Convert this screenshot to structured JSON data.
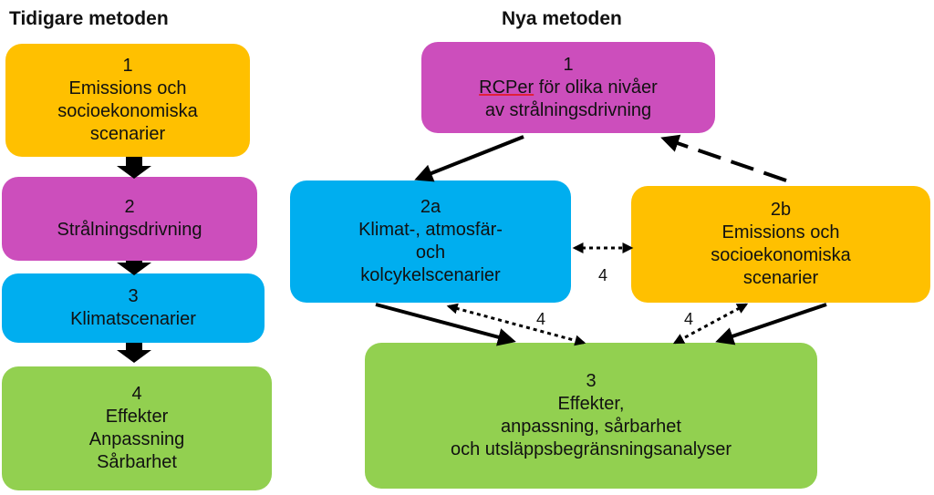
{
  "left": {
    "heading": "Tidigare metoden",
    "box1": {
      "num": "1",
      "l1": "Emissions och",
      "l2": "socioekonomiska",
      "l3": "scenarier"
    },
    "box2": {
      "num": "2",
      "l1": "Strålningsdrivning"
    },
    "box3": {
      "num": "3",
      "l1": "Klimatscenarier"
    },
    "box4": {
      "num": "4",
      "l1": "Effekter",
      "l2": "Anpassning",
      "l3": "Sårbarhet"
    }
  },
  "right": {
    "heading": "Nya metoden",
    "box1": {
      "num": "1",
      "l1a": "RCPer",
      "l1b": " för olika nivåer",
      "l2": "av strålningsdrivning"
    },
    "box2a": {
      "num": "2a",
      "l1": "Klimat-, atmosfär-",
      "l2": "och",
      "l3": "kolcykelscenarier"
    },
    "box2b": {
      "num": "2b",
      "l1": "Emissions och",
      "l2": "socioekonomiska",
      "l3": "scenarier"
    },
    "box3": {
      "num": "3",
      "l1": "Effekter,",
      "l2": "anpassning, sårbarhet",
      "l3": "och utsläppsbegränsningsanalyser"
    },
    "link_labels": [
      "4",
      "4",
      "4"
    ]
  },
  "colors": {
    "orange": "#ffc000",
    "purple": "#cc4ebc",
    "blue": "#00aeef",
    "green": "#92d050"
  }
}
